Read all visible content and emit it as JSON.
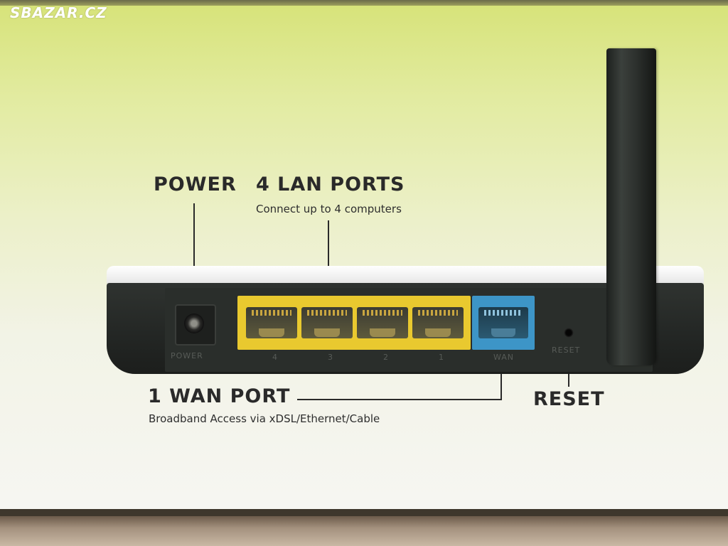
{
  "watermark": "SBAZAR.CZ",
  "callouts": {
    "power": {
      "label": "POWER"
    },
    "lan": {
      "label": "4 LAN PORTS",
      "sublabel": "Connect up to 4 computers"
    },
    "wan": {
      "label": "1 WAN PORT",
      "sublabel": "Broadband Access via xDSL/Ethernet/Cable"
    },
    "reset": {
      "label": "RESET"
    }
  },
  "engraved": {
    "power": "POWER",
    "reset": "RESET",
    "lan_numbers": [
      "4",
      "3",
      "2",
      "1"
    ],
    "wan": "WAN"
  },
  "colors": {
    "lan_block": "#e9c92f",
    "wan_block": "#3d95c7",
    "router_body": "#232624",
    "box_top": "#d7e37a",
    "box_bottom": "#f6f6f2"
  },
  "icons": [
    "power-jack-icon",
    "ethernet-port-icon",
    "reset-button-icon",
    "antenna-icon"
  ]
}
